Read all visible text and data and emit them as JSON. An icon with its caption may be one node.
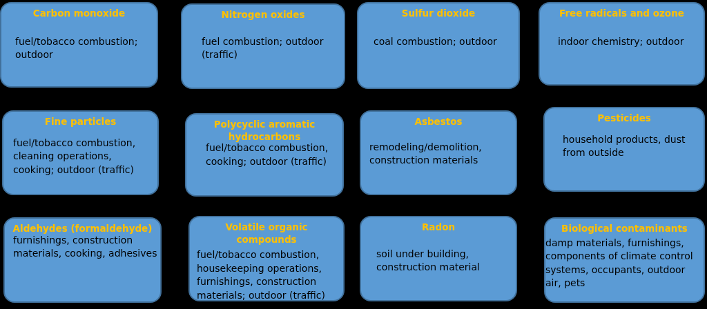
{
  "diagram": {
    "nodes": [
      {
        "text": [
          "Carbon monoxide",
          "fuel/tobacco combustion; outdoor"
        ]
      },
      {
        "text": [
          "Nitrogen oxides",
          "fuel combustion; outdoor (traffic)"
        ]
      },
      {
        "text": [
          "Sulfur dioxide",
          "coal combustion; outdoor"
        ]
      },
      {
        "text": [
          "Free radicals and ozone",
          "indoor chemistry; outdoor"
        ]
      },
      {
        "text": [
          "Fine particles",
          "fuel/tobacco combustion, cleaning operations, cooking; outdoor (traffic)"
        ]
      },
      {
        "text": [
          "Polycyclic aromatic hydrocarbons",
          "fuel/tobacco combustion, cooking; outdoor (traffic)"
        ]
      },
      {
        "text": [
          "Asbestos",
          "remodeling/demolition, construction materials"
        ]
      },
      {
        "text": [
          "Pesticides",
          "household products, dust from outside"
        ]
      },
      {
        "text": [
          "Aldehydes (formaldehyde)",
          "furnishings, construction materials, cooking, adhesives"
        ]
      },
      {
        "text": [
          "Volatile organic compounds",
          "fuel/tobacco combustion, housekeeping operations, furnishings, construction materials; outdoor (traffic)"
        ]
      },
      {
        "text": [
          "Radon",
          "soil under building, construction material"
        ]
      },
      {
        "text": [
          "Biological contaminants",
          "damp materials, furnishings, components of climate control systems,  occupants, outdoor air, pets"
        ]
      }
    ]
  }
}
